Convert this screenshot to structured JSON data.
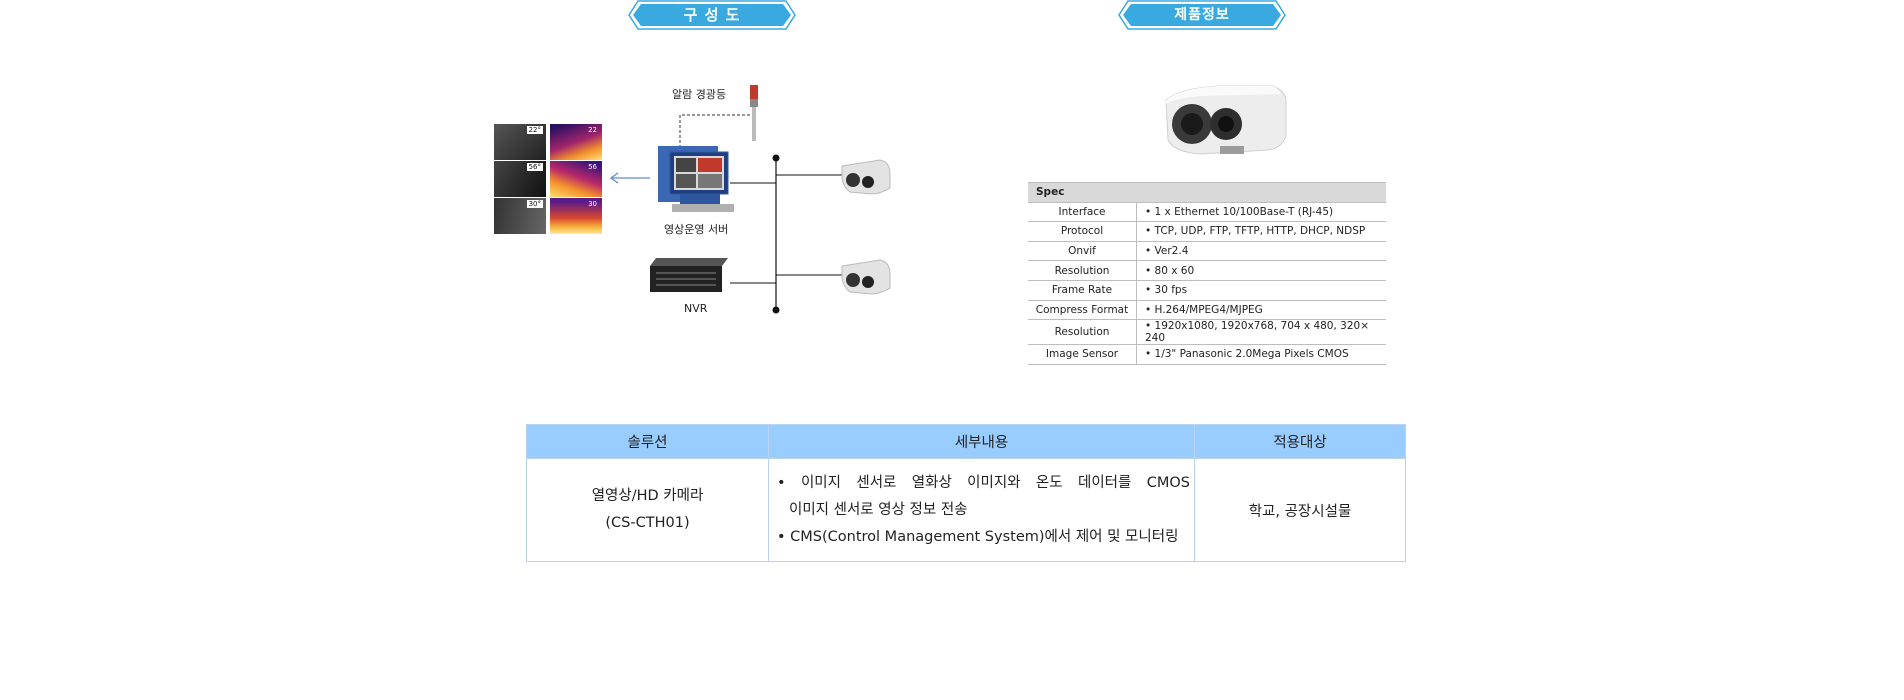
{
  "headers": {
    "config": "구 성 도",
    "product_info": "제품정보"
  },
  "diagram": {
    "alarm_light_label": "알람 경광등",
    "video_server_label": "영상운영 서버",
    "nvr_label": "NVR",
    "thumbnail_readings": [
      "22°",
      "22",
      "56°",
      "56",
      "30°",
      "30"
    ]
  },
  "spec_table": {
    "title": "Spec",
    "rows": [
      {
        "key": "Interface",
        "value": "1 x Ethernet 10/100Base-T (RJ-45)"
      },
      {
        "key": "Protocol",
        "value": "TCP, UDP, FTP, TFTP, HTTP, DHCP, NDSP"
      },
      {
        "key": "Onvif",
        "value": "Ver2.4"
      },
      {
        "key": "Resolution",
        "value": "80 x 60"
      },
      {
        "key": "Frame Rate",
        "value": "30 fps"
      },
      {
        "key": "Compress Format",
        "value": "H.264/MPEG4/MJPEG"
      },
      {
        "key": "Resolution",
        "value": "1920x1080, 1920x768, 704 x 480, 320× 240"
      },
      {
        "key": "Image Sensor",
        "value": "1/3\" Panasonic 2.0Mega Pixels CMOS"
      }
    ]
  },
  "solution_table": {
    "headers": [
      "솔루션",
      "세부내용",
      "적용대상"
    ],
    "solution_name": "열영상/HD 카메라",
    "solution_model": "(CS-CTH01)",
    "detail_line1": "• 이미지 센서로 열화상 이미지와 온도 데이터를 CMOS",
    "detail_line2": "이미지 센서로 영상 정보 전송",
    "detail_line3": "• CMS(Control Management System)에서 제어 및 모니터링",
    "target": "학교, 공장시설물"
  },
  "colors": {
    "banner_fill": "#3aa9e0",
    "table_header": "#99ccff",
    "spec_header": "#d9d9d9"
  }
}
